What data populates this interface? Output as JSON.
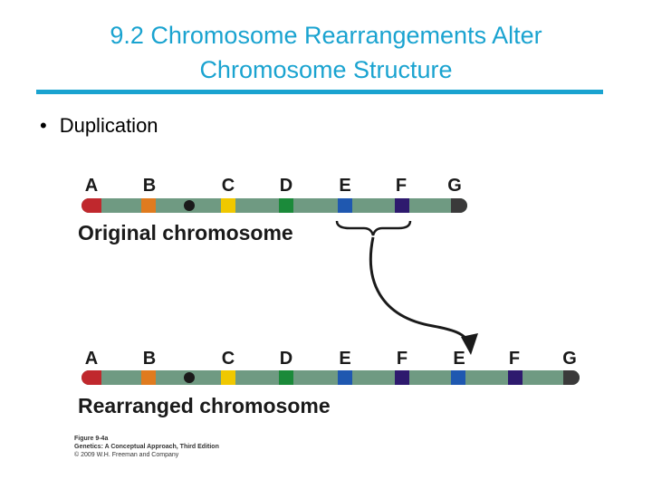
{
  "slide": {
    "title_line1": "9.2 Chromosome Rearrangements Alter",
    "title_line2": "Chromosome Structure",
    "bullet": "Duplication",
    "title_color": "#1aa3d0"
  },
  "figure": {
    "original_label": "Original chromosome",
    "rearranged_label": "Rearranged chromosome",
    "original_genes": [
      "A",
      "B",
      "C",
      "D",
      "E",
      "F",
      "G"
    ],
    "rearranged_genes": [
      "A",
      "B",
      "C",
      "D",
      "E",
      "F",
      "E",
      "F",
      "G"
    ],
    "colors": {
      "body": "#6f9a82",
      "A": "#c0282d",
      "B": "#e07b1f",
      "C": "#f0c800",
      "D": "#1b8a3a",
      "E": "#1f58b0",
      "F": "#2e1a6e",
      "G": "#3a3a3a",
      "centromere": "#1a1a1a"
    },
    "credit_line1": "Figure 9-4a",
    "credit_line2": "Genetics: A Conceptual Approach, Third Edition",
    "credit_line3": "© 2009 W.H. Freeman and Company"
  }
}
